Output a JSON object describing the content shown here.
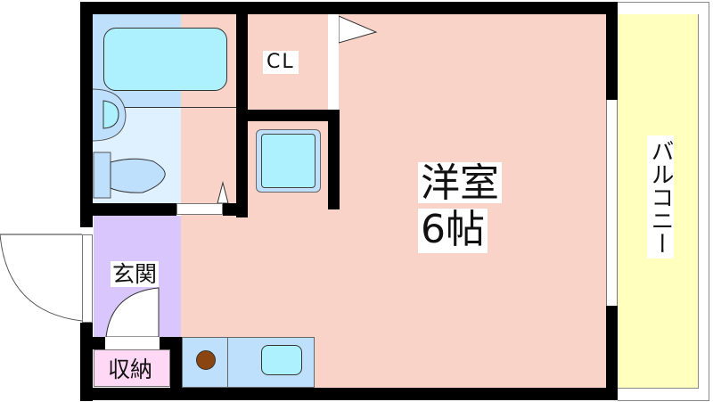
{
  "floorplan": {
    "rooms": {
      "western_room": {
        "name": "洋室",
        "size": "6帖",
        "color": "#f9d3c8"
      },
      "closet": {
        "label": "CL",
        "color": "#ffd8f6"
      },
      "entrance": {
        "label": "玄関",
        "color": "#d8c6fc"
      },
      "storage": {
        "label": "収納",
        "color": "#ffd8f6"
      },
      "balcony": {
        "label": "バルコニー",
        "color": "#ffffbe"
      },
      "bathroom": {
        "color": "#bfe0fc",
        "floor_color": "#dff0fe"
      }
    },
    "fixtures": {
      "bathtub": {
        "color": "#adf0fe"
      },
      "washbasin": {
        "color": "#adf0fe"
      },
      "toilet": {
        "color": "#bfe0fc"
      },
      "washing_machine_space": {
        "color": "#adf0fe"
      },
      "kitchen_sink": {
        "color": "#adf0fe"
      },
      "stove_burner": {
        "color": "#8b4510"
      }
    },
    "colors": {
      "wall": "#000000",
      "opening": "#ffffff",
      "fixture_outline": "#555555"
    }
  }
}
